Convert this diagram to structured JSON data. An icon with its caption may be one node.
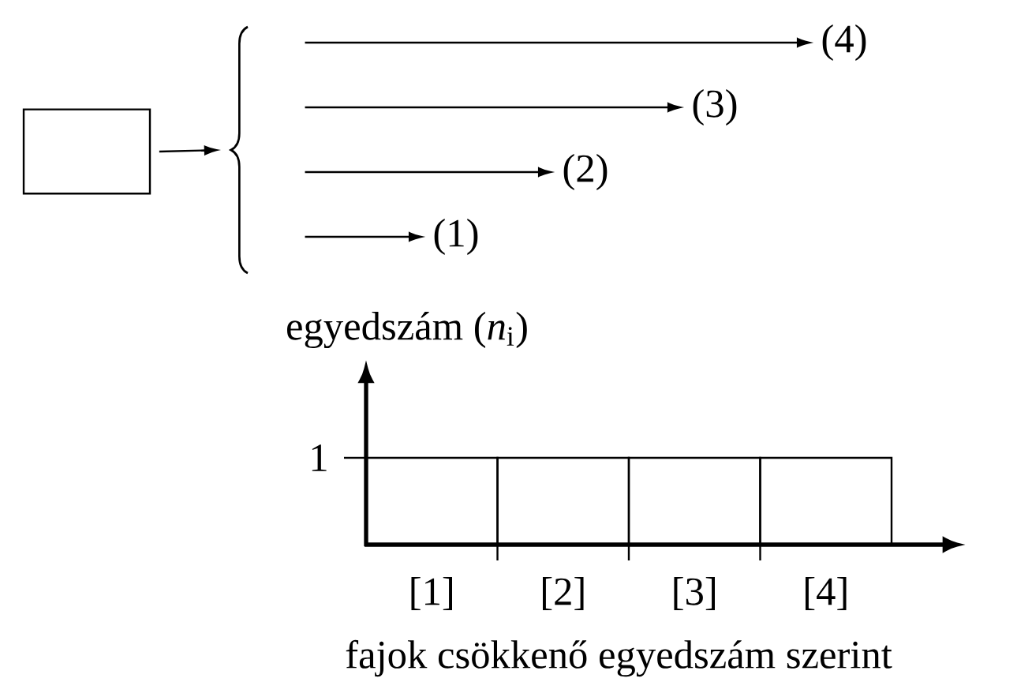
{
  "diagram": {
    "nodes": [
      {
        "text": [],
        "shape": "box"
      },
      {
        "text": [],
        "shape": "brace"
      },
      {
        "text": [
          "(4)"
        ]
      },
      {
        "text": [
          "(3)"
        ]
      },
      {
        "text": [
          "(2)"
        ]
      },
      {
        "text": [
          "(1)"
        ]
      }
    ],
    "edges": [
      {
        "from": 0,
        "to": 1,
        "arrow": "to"
      },
      {
        "from": 1,
        "to": 2,
        "arrow": "to"
      },
      {
        "from": 1,
        "to": 3,
        "arrow": "to"
      },
      {
        "from": 1,
        "to": 4,
        "arrow": "to"
      },
      {
        "from": 1,
        "to": 5,
        "arrow": "to"
      }
    ],
    "labels": [
      "egyedszám (*n*$_{i}$)",
      "1",
      "[1]",
      "[2]",
      "[3]",
      "[4]",
      "fajok csökkenő egyedszám szerint"
    ]
  }
}
